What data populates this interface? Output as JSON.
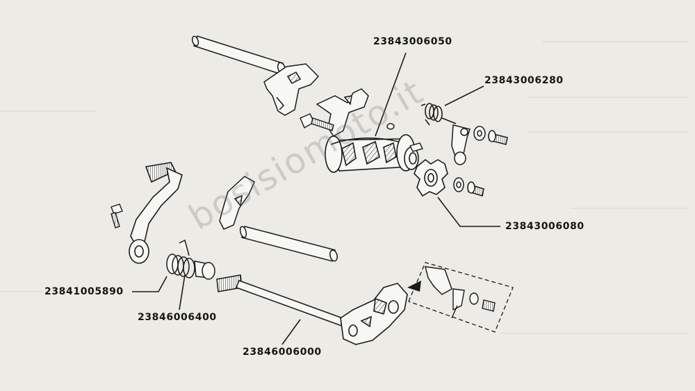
{
  "watermark": "bosisiomoto.it",
  "part_labels": [
    {
      "id": "shift-drum",
      "text": "23843006050"
    },
    {
      "id": "return-spring",
      "text": "23843006280"
    },
    {
      "id": "star-plate",
      "text": "23843006080"
    },
    {
      "id": "gear-pedal",
      "text": "23841005890"
    },
    {
      "id": "shaft-spring",
      "text": "23846006400"
    },
    {
      "id": "shift-shaft",
      "text": "23846006000"
    }
  ],
  "colors": {
    "background": "#ecebe6",
    "line": "#1a1a1a",
    "part_fill": "#f7f7f4",
    "watermark": "#8c8c8c"
  }
}
